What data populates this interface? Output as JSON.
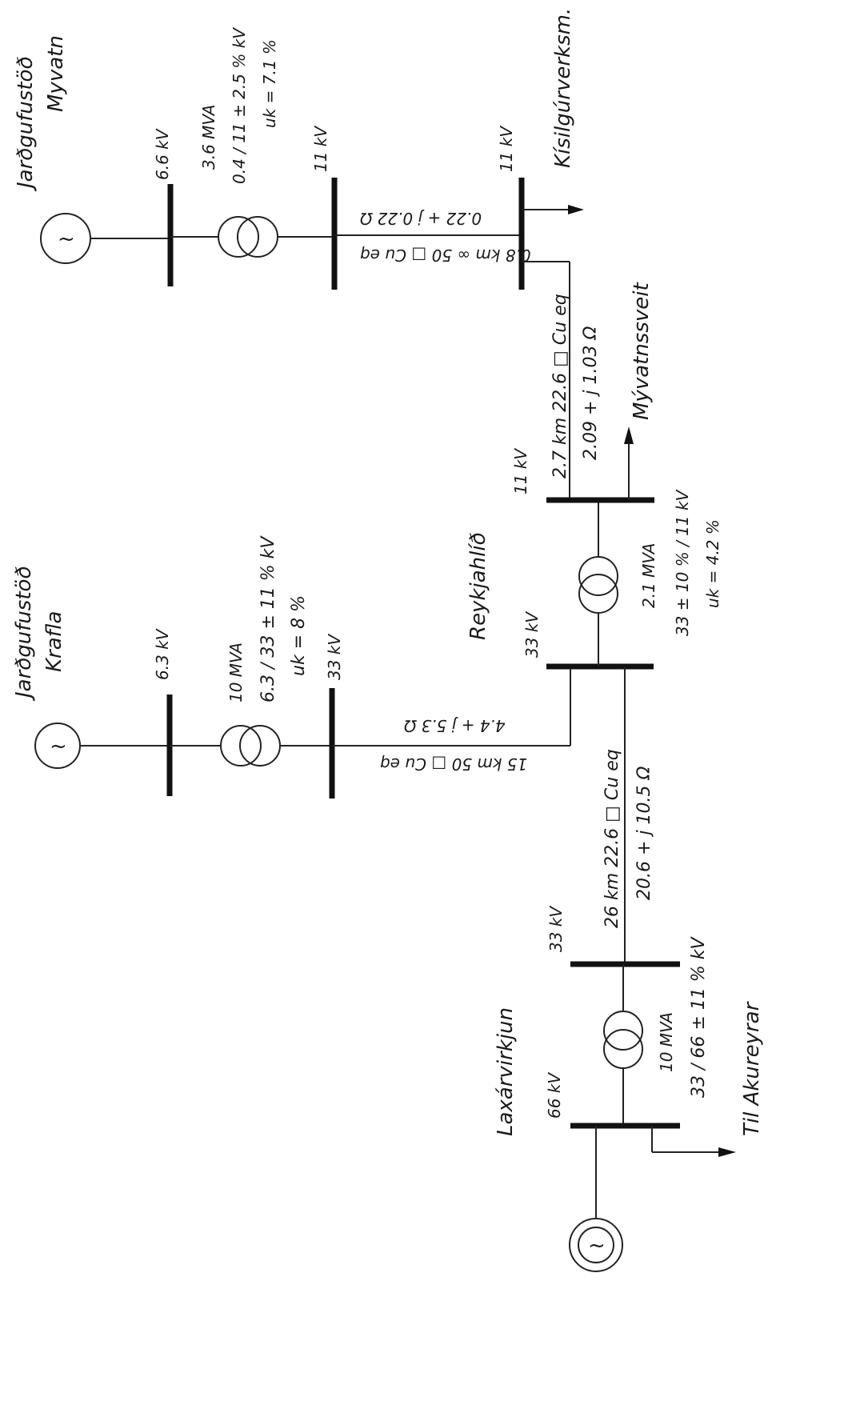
{
  "stations": {
    "myvatn_title": "Jarðgufustöð",
    "myvatn_name": "Myvatn",
    "kralla_title": "Jarðgufustöð",
    "kralla_name": "Krafla",
    "reykjahlid": "Reykjahlíð",
    "laxarvirkjun": "Laxárvirkjun"
  },
  "voltages": {
    "myvatn_gen": "6.6 kV",
    "myvatn_11a": "11 kV",
    "myvatn_11b": "11 kV",
    "kralla_gen": "6.3 kV",
    "kralla_33": "33 kV",
    "reykjahlid_33": "33 kV",
    "reykjahlid_11": "11 kV",
    "lax_33": "33 kV",
    "lax_66": "66 kV"
  },
  "transformers": {
    "myvatn_rating": "3.6 MVA",
    "myvatn_ratio": "0.4 / 11 ± 2.5 % kV",
    "myvatn_uk": "uk = 7.1 %",
    "kralla_rating": "10 MVA",
    "kralla_ratio": "6.3 / 33 ± 11 % kV",
    "kralla_uk": "uk = 8 %",
    "reykjahlid_rating": "2.1 MVA",
    "reykjahlid_ratio": "33 ± 10 % / 11 kV",
    "reykjahlid_uk": "uk = 4.2 %",
    "lax_rating": "10 MVA",
    "lax_ratio": "33 / 66 ± 11 % kV"
  },
  "lines": {
    "myvatn_len": "0.8 km ∞ 50 □ Cu eq",
    "myvatn_imp": "0.22 + j 0.22 Ω",
    "kralla_len": "15 km 50 □ Cu eq",
    "kralla_imp": "4.4 + j 5.3 Ω",
    "ryk_len": "2.7 km   22.6 □ Cu eq",
    "ryk_imp": "2.09 + j 1.03 Ω",
    "lax_len": "26 km   22.6 □ Cu eq",
    "lax_imp": "20.6 + j 10.5 Ω"
  },
  "loads": {
    "kisil": "Kísilgúrverksm.",
    "myvatnssveit": "Mývatnssveit",
    "akureyri": "Til Akureyrar"
  },
  "symbols": {
    "generator": "~"
  }
}
